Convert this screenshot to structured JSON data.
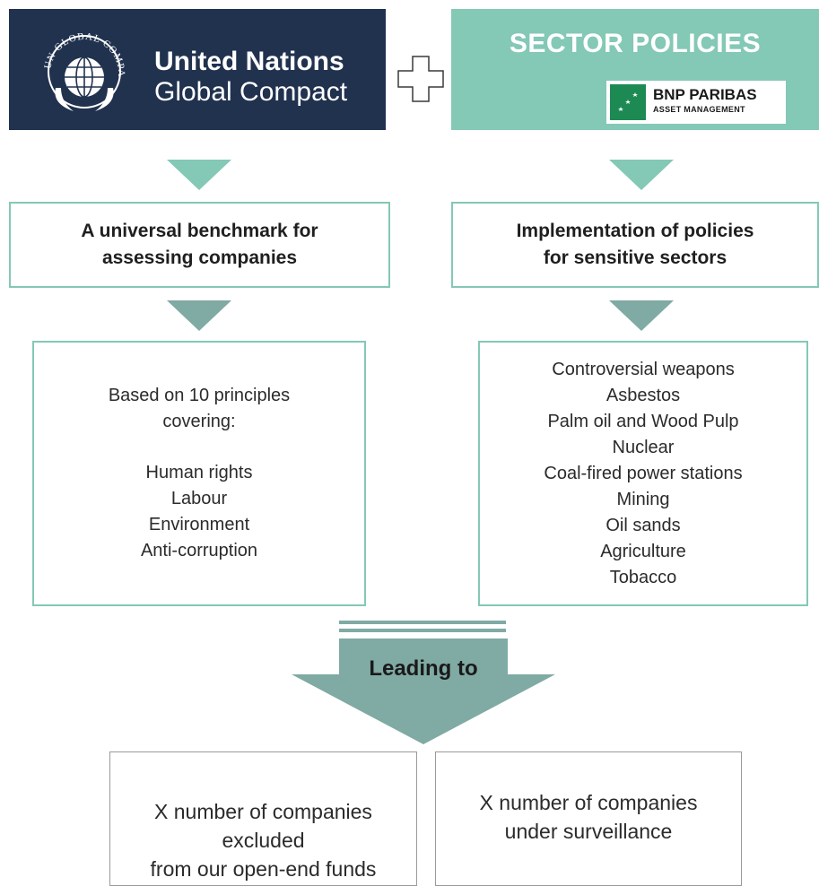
{
  "un_header": {
    "logo_ring_text": "UN GLOBAL COMPACT",
    "title_line1": "United Nations",
    "title_line2": "Global Compact",
    "bg_color": "#21324f"
  },
  "plus_icon": "plus-icon",
  "sector_header": {
    "title": "SECTOR POLICIES",
    "bnp_name": "BNP PARIBAS",
    "bnp_sub": "ASSET MANAGEMENT",
    "bg_color": "#84c8b6"
  },
  "left_column": {
    "benchmark_line1": "A universal benchmark for",
    "benchmark_line2": "assessing companies",
    "intro_line1": "Based on 10 principles",
    "intro_line2": "covering:",
    "principles": [
      "Human rights",
      "Labour",
      "Environment",
      "Anti-corruption"
    ]
  },
  "right_column": {
    "implementation_line1": "Implementation of policies",
    "implementation_line2": "for sensitive sectors",
    "sectors": [
      "Controversial weapons",
      "Asbestos",
      "Palm oil and Wood Pulp",
      "Nuclear",
      "Coal-fired power stations",
      "Mining",
      "Oil sands",
      "Agriculture",
      "Tobacco"
    ]
  },
  "leading_to": "Leading to",
  "outcomes": {
    "excluded_line1": "X number of companies",
    "excluded_line2": "excluded",
    "excluded_line3": "from our open-end funds",
    "surveillance_line1": "X number of companies",
    "surveillance_line2": "under surveillance"
  },
  "colors": {
    "teal": "#84c8b6",
    "grey_teal": "#80aaa4",
    "navy": "#21324f"
  }
}
